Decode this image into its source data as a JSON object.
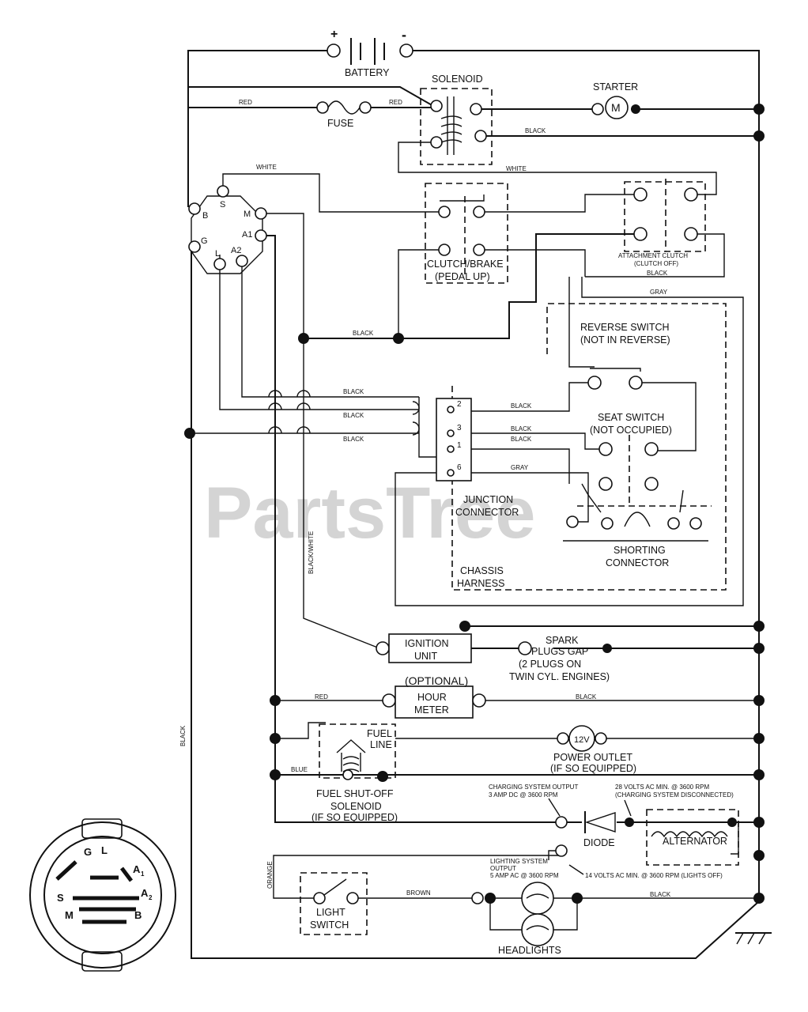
{
  "watermark": "PartsTree",
  "battery": {
    "label": "BATTERY",
    "plus": "+",
    "minus": "-"
  },
  "solenoid": {
    "label": "SOLENOID"
  },
  "starter": {
    "label": "STARTER",
    "symbol": "M"
  },
  "fuse": {
    "label": "FUSE"
  },
  "clutch_brake": {
    "line1": "CLUTCH/BRAKE",
    "line2": "(PEDAL UP)"
  },
  "attachment_clutch": {
    "line1": "ATTACHMENT CLUTCH",
    "line2": "(CLUTCH OFF)"
  },
  "reverse_switch": {
    "line1": "REVERSE SWITCH",
    "line2": "(NOT IN REVERSE)"
  },
  "seat_switch": {
    "line1": "SEAT SWITCH",
    "line2": "(NOT OCCUPIED)"
  },
  "junction": {
    "line1": "JUNCTION",
    "line2": "CONNECTOR",
    "pins": [
      "2",
      "3",
      "1",
      "6"
    ]
  },
  "shorting": {
    "line1": "SHORTING",
    "line2": "CONNECTOR"
  },
  "chassis": {
    "line1": "CHASSIS",
    "line2": "HARNESS"
  },
  "ignition": {
    "line1": "IGNITION",
    "line2": "UNIT"
  },
  "spark": {
    "line1": "SPARK",
    "line2": "PLUGS GAP",
    "line3": "(2 PLUGS ON",
    "line4": "TWIN CYL. ENGINES)"
  },
  "hour_meter": {
    "optional": "(OPTIONAL)",
    "line1": "HOUR",
    "line2": "METER"
  },
  "fuel_line": {
    "line1": "FUEL",
    "line2": "LINE"
  },
  "power_outlet": {
    "symbol": "12V",
    "line1": "POWER OUTLET",
    "line2": "(IF SO EQUIPPED)"
  },
  "fuel_solenoid": {
    "line1": "FUEL SHUT-OFF",
    "line2": "SOLENOID",
    "line3": "(IF SO EQUIPPED)"
  },
  "charging_output": {
    "line1": "CHARGING SYSTEM OUTPUT",
    "line2": "3 AMP DC @ 3600 RPM"
  },
  "charging_volts": {
    "line1": "28 VOLTS AC MIN. @ 3600 RPM",
    "line2": "(CHARGING SYSTEM DISCONNECTED)"
  },
  "diode": {
    "label": "DIODE"
  },
  "alternator": {
    "label": "ALTERNATOR"
  },
  "lighting_output": {
    "line1": "LIGHTING SYSTEM",
    "line2": "OUTPUT",
    "line3": "5 AMP AC @ 3600 RPM"
  },
  "lighting_volts": {
    "label": "14 VOLTS AC MIN. @ 3600 RPM (LIGHTS OFF)"
  },
  "light_switch": {
    "line1": "LIGHT",
    "line2": "SWITCH"
  },
  "headlights": {
    "label": "HEADLIGHTS"
  },
  "ignition_switch": {
    "terminals": [
      "B",
      "S",
      "M",
      "A1",
      "G",
      "L",
      "A2"
    ]
  },
  "key_switch": {
    "G": "G",
    "L": "L",
    "A1": "A",
    "A1_sub": "1",
    "S": "S",
    "A2": "A",
    "A2_sub": "2",
    "M": "M",
    "B": "B"
  },
  "wires": {
    "red1": "RED",
    "red2": "RED",
    "white1": "WHITE",
    "white2": "WHITE",
    "black_solenoid": "BLACK",
    "black_attach": "BLACK",
    "gray_top": "GRAY",
    "black_main": "BLACK",
    "black_j1": "BLACK",
    "black_j2": "BLACK",
    "black_j3": "BLACK",
    "black_j4": "BLACK",
    "black_j5": "BLACK",
    "black_j6": "BLACK",
    "gray_j": "GRAY",
    "black_white": "BLACK/WHITE",
    "red_hour": "RED",
    "black_hour": "BLACK",
    "blue": "BLUE",
    "black_left": "BLACK",
    "orange": "ORANGE",
    "brown": "BROWN",
    "black_head": "BLACK"
  }
}
